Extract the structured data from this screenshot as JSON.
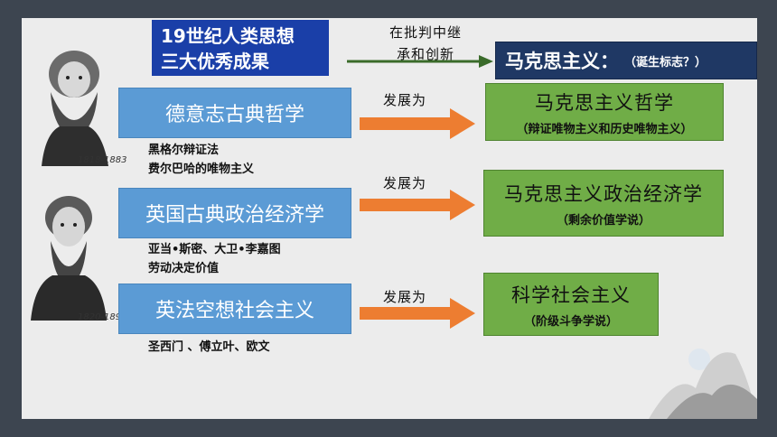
{
  "title": {
    "line1": "19世纪人类思想",
    "line2": "三大优秀成果"
  },
  "critique_label": {
    "line1": "在批判中继",
    "line2": "承和创新"
  },
  "marxism": {
    "main": "马克思主义：",
    "sub": "（诞生标志？）"
  },
  "develop_label": "发展为",
  "rows": [
    {
      "source": "德意志古典哲学",
      "notes": [
        "黑格尔辩证法",
        "费尔巴哈的唯物主义"
      ],
      "result_main": "马克思主义哲学",
      "result_sub": "（辩证唯物主义和历史唯物主义）"
    },
    {
      "source": "英国古典政治经济学",
      "notes": [
        "亚当•斯密、大卫•李嘉图",
        "劳动决定价值"
      ],
      "result_main": "马克思主义政治经济学",
      "result_sub": "（剩余价值学说）"
    },
    {
      "source": "英法空想社会主义",
      "notes": [
        "圣西门 、傅立叶、欧文"
      ],
      "result_main": "科学社会主义",
      "result_sub": "（阶级斗争学说）"
    }
  ],
  "portraits": [
    {
      "years": "1818-1883"
    },
    {
      "years": "1820-1895"
    }
  ],
  "colors": {
    "accent_orange": "#ed7d31",
    "arrow_green": "#3a6b2a",
    "blue_box": "#5b9bd5",
    "green_box": "#70ad47",
    "title_blue": "#1a3fa8",
    "navy": "#1f3864"
  }
}
